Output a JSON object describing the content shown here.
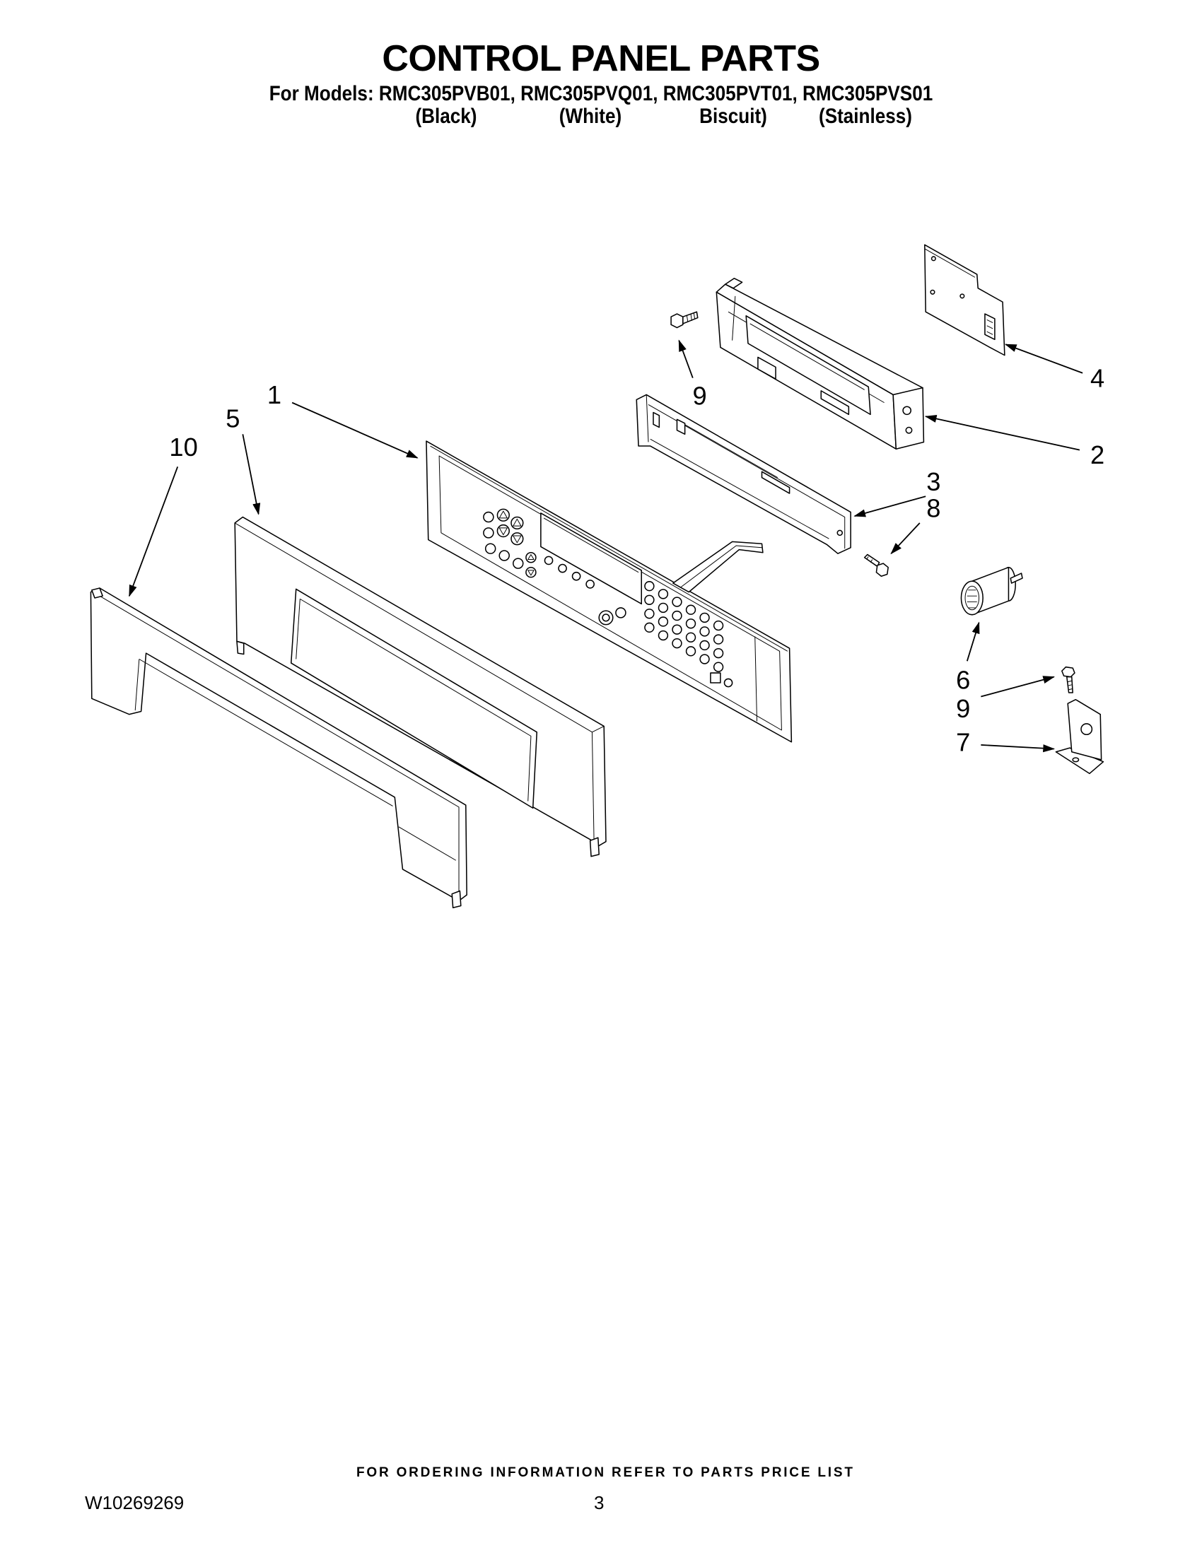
{
  "header": {
    "title": "CONTROL PANEL PARTS",
    "models_line": "For Models: RMC305PVB01, RMC305PVQ01, RMC305PVT01, RMC305PVS01",
    "colors": [
      "(Black)",
      "(White)",
      "Biscuit)",
      "(Stainless)"
    ]
  },
  "diagram": {
    "callouts": [
      "1",
      "5",
      "10",
      "9",
      "4",
      "2",
      "3",
      "8",
      "6",
      "9",
      "7"
    ]
  },
  "footer": {
    "ordering_note": "FOR ORDERING INFORMATION REFER TO PARTS PRICE LIST",
    "document_number": "W10269269",
    "page_number": "3"
  }
}
